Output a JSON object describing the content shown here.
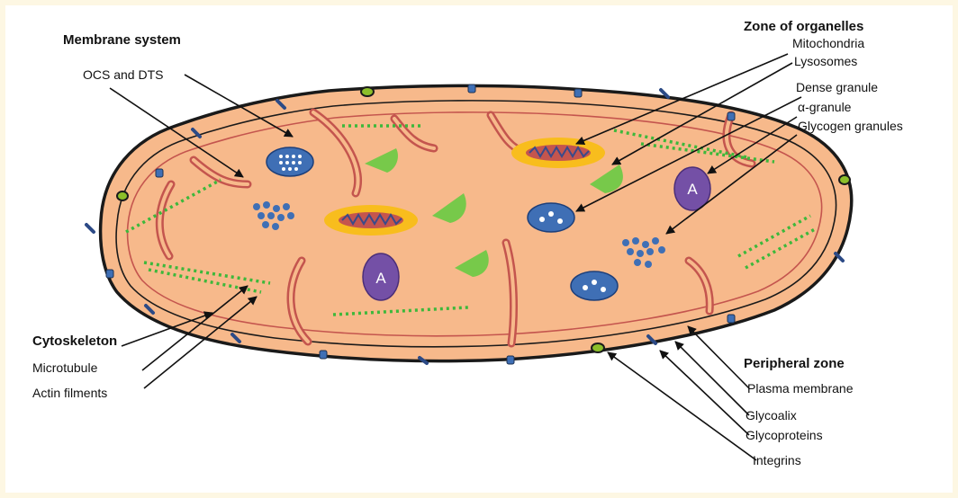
{
  "headings": {
    "membrane_system": "Membrane system",
    "zone_of_organelles": "Zone of organelles",
    "cytoskeleton": "Cytoskeleton",
    "peripheral_zone": "Peripheral zone"
  },
  "labels": {
    "ocs_dts": "OCS and DTS",
    "mitochondria": "Mitochondria",
    "lysosomes": "Lysosomes",
    "dense_granule": "Dense granule",
    "alpha_granule": "α-granule",
    "glycogen_granules": "Glycogen granules",
    "microtubule": "Microtubule",
    "actin_filaments": "Actin filments",
    "plasma_membrane": "Plasma membrane",
    "glycoalix": "Glycoalix",
    "glycoproteins": "Glycoproteins",
    "integrins": "Integrins"
  },
  "granule_letter": "A",
  "colors": {
    "cytoplasm": "#f7b98b",
    "membrane": "#c4554e",
    "outline": "#1a1a1a",
    "mito_halo": "#f8bd1d",
    "lysosome_green": "#77c94a",
    "dense_granule": "#3f6fb5",
    "alpha_granule": "#7450a6",
    "microtubule_dots": "#3db83b",
    "frame": "#fdf7e3"
  }
}
